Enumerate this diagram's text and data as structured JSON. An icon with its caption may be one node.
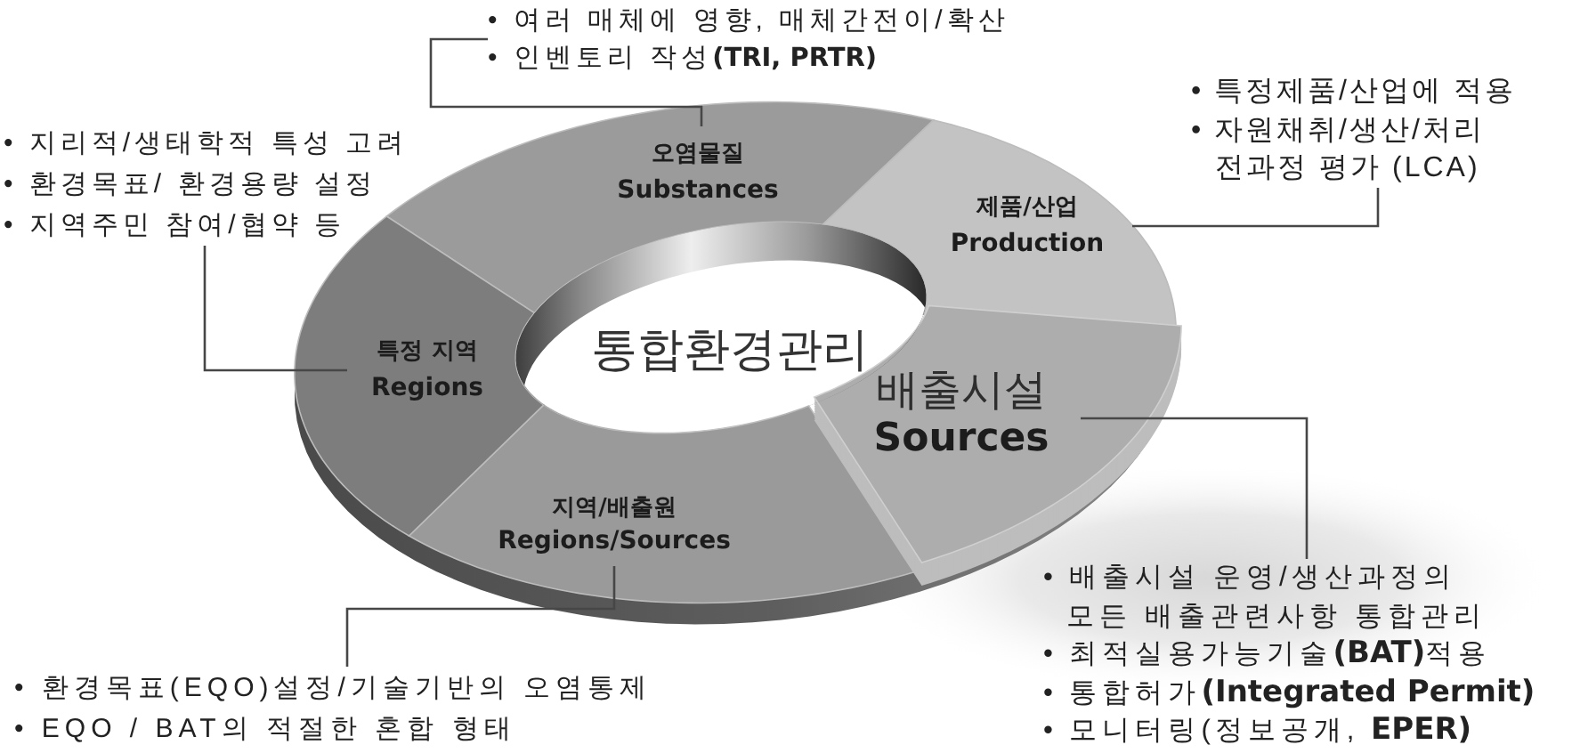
{
  "diagram": {
    "nodes": [
      {
        "text": [
          "통합환경관리"
        ]
      },
      {
        "text": [
          "오염물질",
          "Substances"
        ]
      },
      {
        "text": [
          "제품/산업",
          "Production"
        ]
      },
      {
        "text": [
          "배출시설",
          "Sources"
        ]
      },
      {
        "text": [
          "지역/배출원",
          "Regions/Sources"
        ]
      },
      {
        "text": [
          "특정 지역",
          "Regions"
        ]
      },
      {
        "text": [
          "• 여러 매체에 영향, 매체간전이/확산",
          "• 인벤토리 작성**(TRI, PRTR)**"
        ]
      },
      {
        "text": [
          "• 특정제품/산업에 적용",
          "• 자원채취/생산/처리 전과정 평가 (LCA)"
        ]
      },
      {
        "text": [
          "• 지리적/생태학적 특성 고려",
          "• 환경목표/ 환경용량 설정",
          "• 지역주민 참여/협약 등"
        ]
      },
      {
        "text": [
          "• 환경목표(EQO)설정/기술기반의 오염통제",
          "• EQO / BAT의 적절한 혼합 형태"
        ]
      },
      {
        "text": [
          "• 배출시설 운영/생산과정의 모든 배출관련사항 통합관리",
          "• 최적실용가능기술**(BAT)**적용",
          "• 통합허가**(Integrated Permit)**",
          "• 모니터링(정보공개, **EPER)**"
        ]
      }
    ],
    "edges": [
      {
        "from": 6,
        "to": 1,
        "arrow": "none"
      },
      {
        "from": 7,
        "to": 2,
        "arrow": "none"
      },
      {
        "from": 8,
        "to": 5,
        "arrow": "none"
      },
      {
        "from": 9,
        "to": 4,
        "arrow": "none"
      },
      {
        "from": 10,
        "to": 3,
        "arrow": "none"
      }
    ]
  }
}
